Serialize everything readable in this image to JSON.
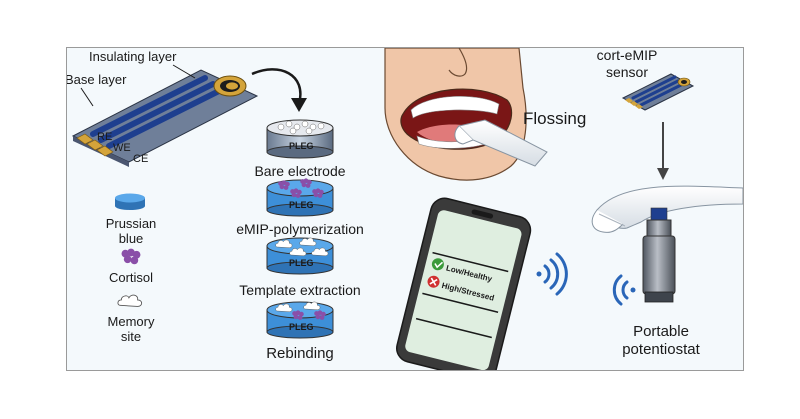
{
  "labels": {
    "insulating_layer": "Insulating layer",
    "base_layer": "Base layer",
    "re": "RE",
    "we": "WE",
    "ce": "CE",
    "pleg": "PLEG",
    "bare_electrode": "Bare electrode",
    "emip_polymerization": "eMIP-polymerization",
    "template_extraction": "Template extraction",
    "rebinding": "Rebinding",
    "prussian_blue_line1": "Prussian",
    "prussian_blue_line2": "blue",
    "cortisol": "Cortisol",
    "memory_site_line1": "Memory",
    "memory_site_line2": "site",
    "flossing": "Flossing",
    "sensor_line1": "cort-eMIP",
    "sensor_line2": "sensor",
    "portable_line1": "Portable",
    "portable_line2": "potentiostat",
    "low_healthy": "Low/Healthy",
    "high_stressed": "High/Stressed"
  },
  "colors": {
    "background": "#f4f9fc",
    "electrode_base": "#6f7f99",
    "electrode_trace": "#1e3f8f",
    "gold_contact": "#d4a43a",
    "prussian_blue": "#3d8fd8",
    "cortisol": "#8a4fa8",
    "status_ok": "#3a9a3a",
    "status_bad": "#d03030",
    "phone_screen": "#dfeee0"
  },
  "icons": {
    "arrow": "curved-arrow-icon",
    "wifi": "wifi-icon",
    "check": "check-icon",
    "cross": "cross-icon"
  }
}
